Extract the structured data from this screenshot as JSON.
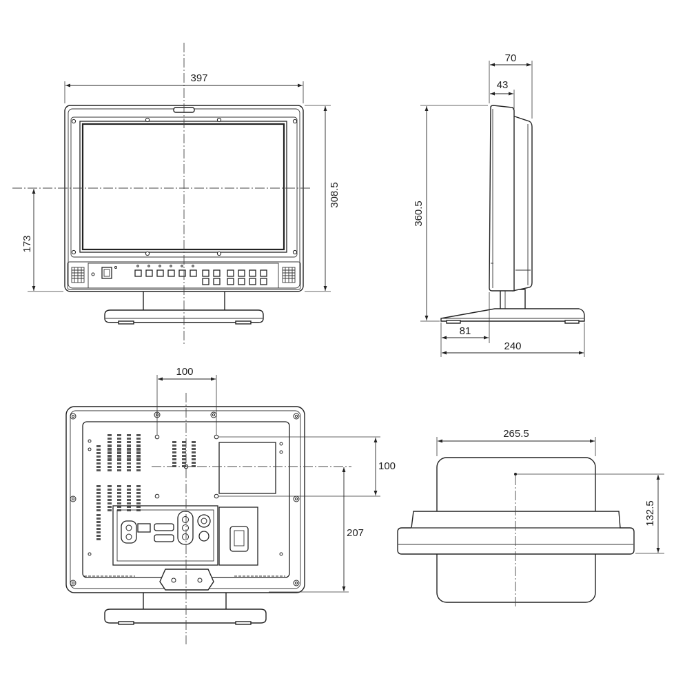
{
  "dimensions": {
    "front_width": "397",
    "front_height": "308.5",
    "front_center_height": "173",
    "side_depth_top": "70",
    "side_depth_panel": "43",
    "side_total_height": "360.5",
    "side_stand_offset": "81",
    "side_stand_depth": "240",
    "rear_mount_horizontal": "100",
    "rear_mount_vertical": "100",
    "rear_mount_height": "207",
    "bottom_stand_width": "265.5",
    "bottom_center_offset": "132.5"
  }
}
